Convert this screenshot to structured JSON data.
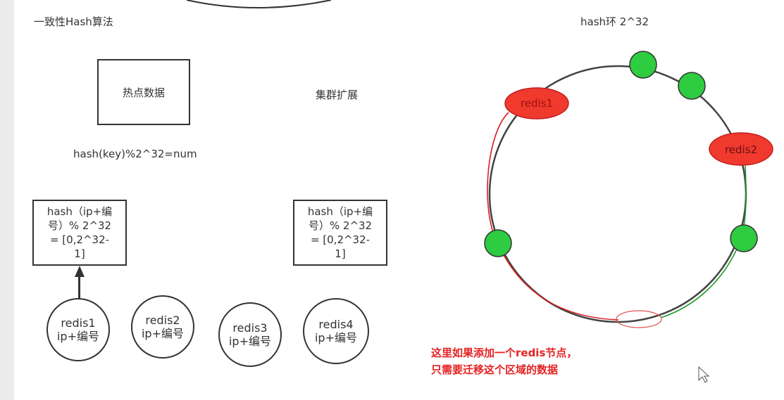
{
  "left": {
    "title": "一致性Hash算法",
    "hot_box_label": "热点数据",
    "cluster_label": "集群扩展",
    "formula": "hash(key)%2^32=num",
    "hash_box_left": [
      "hash（ip+编",
      "号）% 2^32",
      "= [0,2^32-",
      "1]"
    ],
    "hash_box_right": [
      "hash（ip+编",
      "号）% 2^32",
      "= [0,2^32-",
      "1]"
    ],
    "nodes": [
      {
        "name": "redis1",
        "sub": "ip+编号"
      },
      {
        "name": "redis2",
        "sub": "ip+编号"
      },
      {
        "name": "redis3",
        "sub": "ip+编号"
      },
      {
        "name": "redis4",
        "sub": "ip+编号"
      }
    ]
  },
  "right": {
    "ring_title": "hash环  2^32",
    "ring_nodes": [
      "redis1",
      "redis2"
    ],
    "note": [
      "这里如果添加一个redis节点，",
      "只需要迁移这个区域的数据"
    ]
  },
  "colors": {
    "red_node": "#f03a2e",
    "green_node": "#2ecc40",
    "note": "#e62222"
  }
}
